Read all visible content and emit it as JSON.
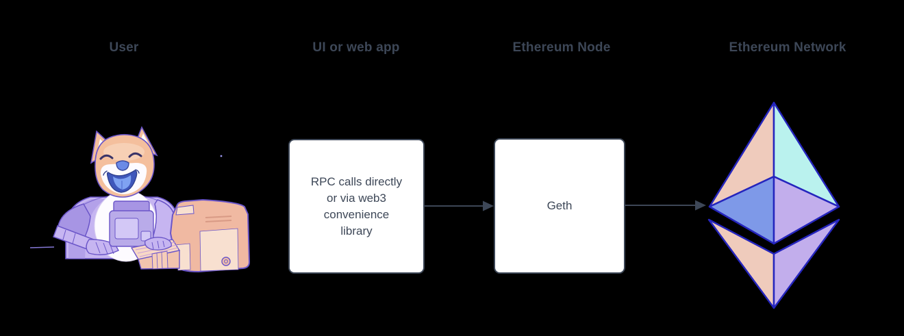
{
  "diagram": {
    "labels": {
      "user": "User",
      "ui": "UI or web app",
      "node": "Ethereum Node",
      "network": "Ethereum Network"
    },
    "boxes": {
      "ui": {
        "text": "RPC calls directly or via web3 convenience library",
        "lines": [
          "RPC calls directly",
          "or via web3",
          "convenience",
          "library"
        ]
      },
      "node": {
        "text": "Geth"
      }
    },
    "arrows": [
      {
        "from": "UI or web app",
        "to": "Ethereum Node"
      },
      {
        "from": "Ethereum Node",
        "to": "Ethereum Network"
      }
    ],
    "illustrations": {
      "user": {
        "name": "doge-astronaut-at-computer-illustration"
      },
      "network": {
        "name": "ethereum-logo"
      }
    }
  },
  "colors": {
    "background": "#000000",
    "ink": "#3d4757",
    "box_fill": "#ffffff",
    "eth_outline": "#2525bd",
    "eth_peach": "#efcbbc",
    "eth_cyan": "#baf2ee",
    "eth_blue": "#7e99e8",
    "eth_purple": "#c2aeec",
    "doge_fur": "#f4bf9d",
    "doge_fur_light": "#f8d6bd",
    "doge_white": "#fdfbff",
    "suit": "#c6b5f1",
    "suit_dark": "#a795e4",
    "outline_purple": "#6a55c8",
    "computer": "#f0b9a2",
    "computer_light": "#f8e0d0",
    "tongue_blue": "#7fa2f2",
    "mouth_blue": "#3f57bb"
  }
}
